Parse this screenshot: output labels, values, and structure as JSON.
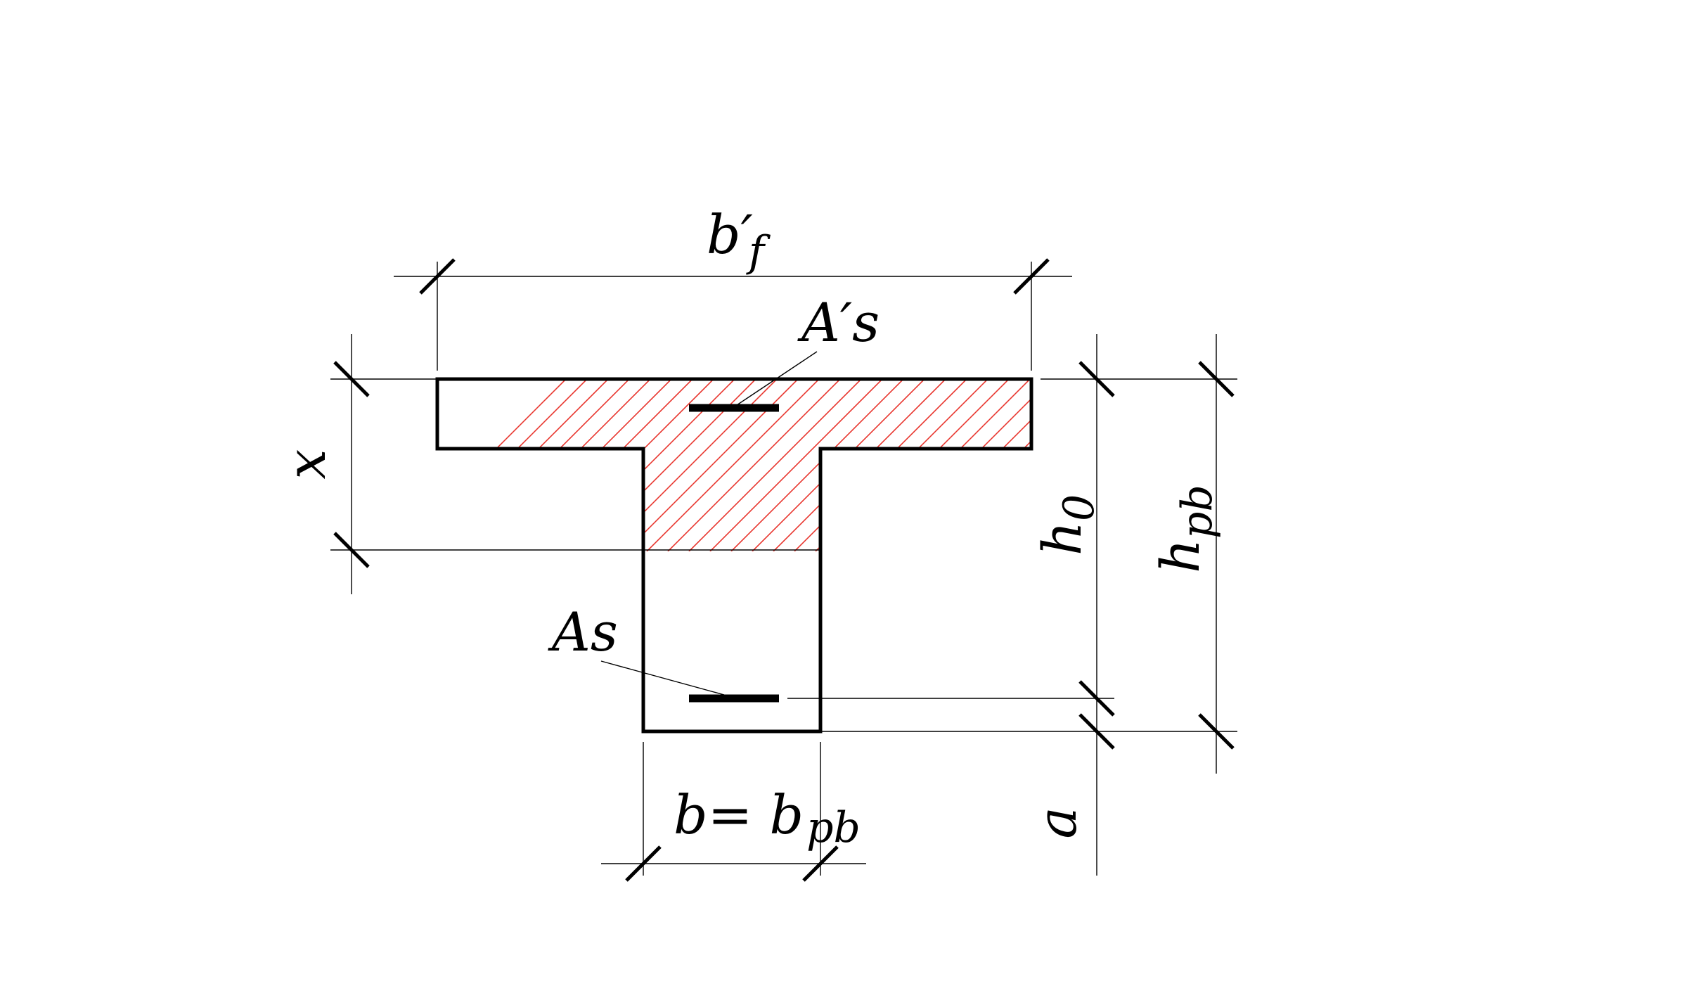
{
  "labels": {
    "bf": {
      "main": "b",
      "prime": "′",
      "sub": "f"
    },
    "as_top": "A′s",
    "as_bottom": "As",
    "x": "x",
    "h0": {
      "main": "h",
      "sub": "0"
    },
    "hpb": {
      "main": "h",
      "sub": "pb"
    },
    "a": "a",
    "b": {
      "main": "b= b",
      "sub": "pb"
    }
  },
  "colors": {
    "outline": "#000000",
    "hatch": "#e8362e",
    "dimension": "#000000",
    "background": "#ffffff"
  }
}
